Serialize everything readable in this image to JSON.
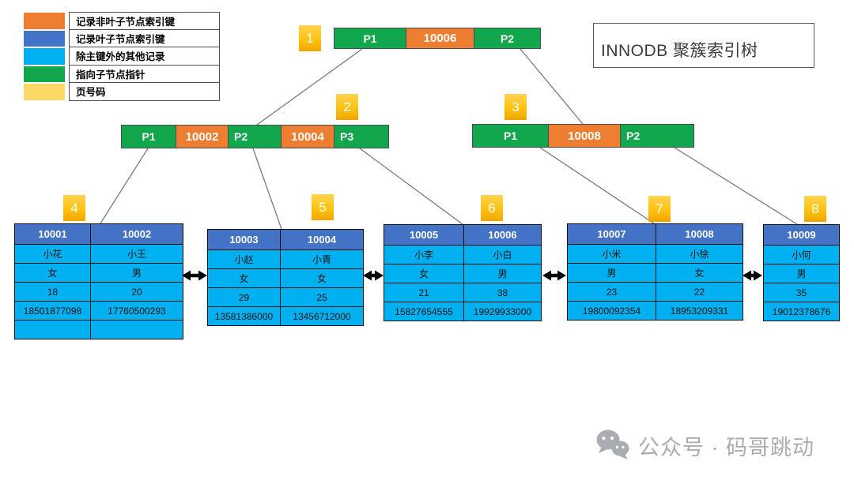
{
  "diagram_title": "INNODB 聚簇索引树",
  "legend": {
    "items": [
      {
        "label": "记录非叶子节点索引键",
        "color": "#ED7D31"
      },
      {
        "label": "记录叶子节点索引键",
        "color": "#4472C4"
      },
      {
        "label": "除主键外的其他记录",
        "color": "#00B0F0"
      },
      {
        "label": "指向子节点指针",
        "color": "#11A84D"
      },
      {
        "label": "页号码",
        "color": "#FFD966"
      }
    ]
  },
  "index_nodes": [
    {
      "page": "1",
      "cells": [
        {
          "label": "P1",
          "type": "child_pointer"
        },
        {
          "label": "10006",
          "type": "index_key"
        },
        {
          "label": "P2",
          "type": "child_pointer"
        }
      ]
    },
    {
      "page": "2",
      "cells": [
        {
          "label": "P1",
          "type": "child_pointer"
        },
        {
          "label": "10002",
          "type": "index_key"
        },
        {
          "label": "P2",
          "type": "child_pointer"
        },
        {
          "label": "10004",
          "type": "index_key"
        },
        {
          "label": "P3",
          "type": "child_pointer"
        }
      ]
    },
    {
      "page": "3",
      "cells": [
        {
          "label": "P1",
          "type": "child_pointer"
        },
        {
          "label": "10008",
          "type": "index_key"
        },
        {
          "label": "P2",
          "type": "child_pointer"
        }
      ]
    }
  ],
  "leaf_pages": [
    {
      "page": "4",
      "rows": [
        [
          "10001",
          "10002"
        ],
        [
          "小花",
          "小王"
        ],
        [
          "女",
          "男"
        ],
        [
          "18",
          "20"
        ],
        [
          "18501877098",
          "17760500293"
        ],
        [
          "",
          ""
        ]
      ]
    },
    {
      "page": "5",
      "rows": [
        [
          "10003",
          "10004"
        ],
        [
          "小赵",
          "小青"
        ],
        [
          "女",
          "女"
        ],
        [
          "29",
          "25"
        ],
        [
          "13581386000",
          "13456712000"
        ]
      ]
    },
    {
      "page": "6",
      "rows": [
        [
          "10005",
          "10006"
        ],
        [
          "小李",
          "小白"
        ],
        [
          "女",
          "男"
        ],
        [
          "21",
          "38"
        ],
        [
          "15827654555",
          "19929933000"
        ]
      ]
    },
    {
      "page": "7",
      "rows": [
        [
          "10007",
          "10008"
        ],
        [
          "小米",
          "小徐"
        ],
        [
          "男",
          "女"
        ],
        [
          "23",
          "22"
        ],
        [
          "19800092354",
          "18953209331"
        ]
      ]
    },
    {
      "page": "8",
      "rows": [
        [
          "10009"
        ],
        [
          "小何"
        ],
        [
          "男"
        ],
        [
          "35"
        ],
        [
          "19012378676"
        ]
      ]
    }
  ],
  "watermark": {
    "text": "公众号 · 码哥跳动",
    "icon": "wechat-icon"
  },
  "colors": {
    "non_leaf_index_key": "#ED7D31",
    "leaf_index_key": "#4472C4",
    "other_record": "#00B0F0",
    "child_pointer": "#11A84D",
    "page_number_badge": "#FFC20E",
    "connector_line": "#7a7a7a"
  }
}
